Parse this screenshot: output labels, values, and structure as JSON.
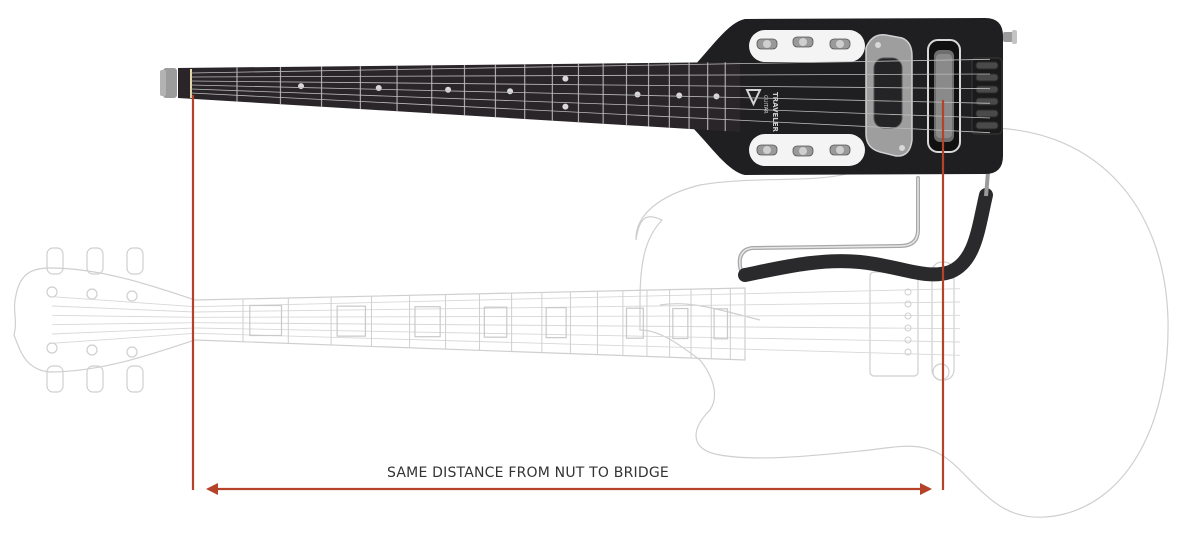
{
  "caption": "SAME DISTANCE FROM NUT TO BRIDGE",
  "logo": {
    "brand": "TRAVELER",
    "sub": "GUITAR"
  },
  "colors": {
    "measure_line": "#b5432a",
    "outline": "#cfcfcf",
    "body_black": "#1f1f22",
    "fretboard": "#2a2528",
    "chrome": "#b9b9b9"
  }
}
